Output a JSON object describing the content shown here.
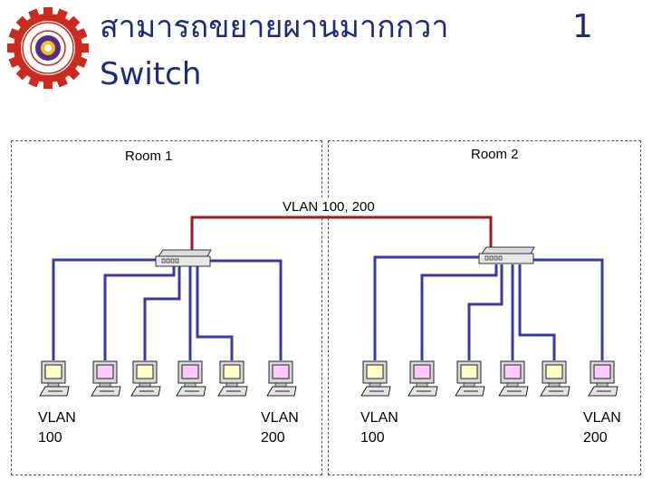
{
  "title": {
    "line1": "สามารถขยายผานมากกวา",
    "line2": "Switch",
    "number": "1"
  },
  "rooms": [
    {
      "label": "Room 1"
    },
    {
      "label": "Room 2"
    }
  ],
  "trunk": {
    "label": "VLAN 100, 200"
  },
  "vlan_labels": [
    {
      "line1": "VLAN",
      "line2": "100"
    },
    {
      "line1": "VLAN",
      "line2": "200"
    },
    {
      "line1": "VLAN",
      "line2": "100"
    },
    {
      "line1": "VLAN",
      "line2": "200"
    }
  ],
  "colors": {
    "title": "#1f2a7a",
    "trunk_line": "#a01828",
    "vlan_line": "#3a3aa0",
    "pc_vlan100": "#ffffc8",
    "pc_vlan200": "#ffc8ff"
  }
}
